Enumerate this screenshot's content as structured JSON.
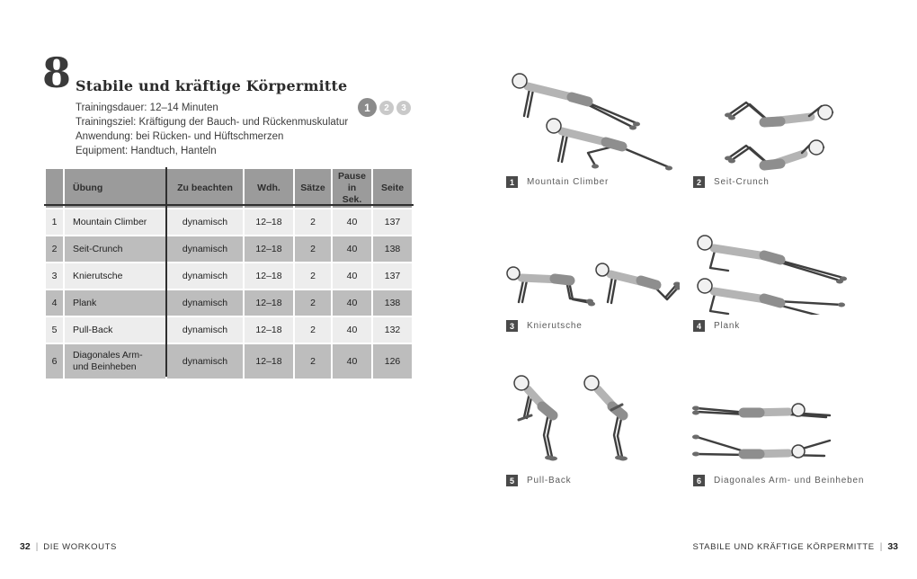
{
  "page": {
    "chapter_number": "8",
    "title": "Stabile und kräftige Körpermitte",
    "meta": [
      "Trainingsdauer: 12–14 Minuten",
      "Trainingsziel: Kräftigung der Bauch- und Rückenmuskulatur",
      "Anwendung: bei Rücken- und Hüftschmerzen",
      "Equipment: Handtuch, Hanteln"
    ],
    "level_indicator": {
      "active": "1",
      "levels": [
        "1",
        "2",
        "3"
      ]
    }
  },
  "table": {
    "headers": [
      "",
      "Übung",
      "Zu beachten",
      "Wdh.",
      "Sätze",
      "Pause in Sek.",
      "Seite"
    ],
    "rows": [
      {
        "nr": "1",
        "uebung": "Mountain Climber",
        "zu_beachten": "dynamisch",
        "wdh": "12–18",
        "saetze": "2",
        "pause": "40",
        "seite": "137"
      },
      {
        "nr": "2",
        "uebung": "Seit-Crunch",
        "zu_beachten": "dynamisch",
        "wdh": "12–18",
        "saetze": "2",
        "pause": "40",
        "seite": "138"
      },
      {
        "nr": "3",
        "uebung": "Knierutsche",
        "zu_beachten": "dynamisch",
        "wdh": "12–18",
        "saetze": "2",
        "pause": "40",
        "seite": "137"
      },
      {
        "nr": "4",
        "uebung": "Plank",
        "zu_beachten": "dynamisch",
        "wdh": "12–18",
        "saetze": "2",
        "pause": "40",
        "seite": "138"
      },
      {
        "nr": "5",
        "uebung": "Pull-Back",
        "zu_beachten": "dynamisch",
        "wdh": "12–18",
        "saetze": "2",
        "pause": "40",
        "seite": "132"
      },
      {
        "nr": "6",
        "uebung": "Diagonales Arm- und Beinheben",
        "zu_beachten": "dynamisch",
        "wdh": "12–18",
        "saetze": "2",
        "pause": "40",
        "seite": "126"
      }
    ]
  },
  "illustrations": [
    {
      "number": "1",
      "caption": "Mountain Climber"
    },
    {
      "number": "2",
      "caption": "Seit-Crunch"
    },
    {
      "number": "3",
      "caption": "Knierutsche"
    },
    {
      "number": "4",
      "caption": "Plank"
    },
    {
      "number": "5",
      "caption": "Pull-Back"
    },
    {
      "number": "6",
      "caption": "Diagonales Arm- und Beinheben"
    }
  ],
  "footer": {
    "left_page_number": "32",
    "left_label": "DIE WORKOUTS",
    "right_label": "STABILE UND KRÄFTIGE KÖRPERMITTE",
    "right_page_number": "33",
    "divider": "|"
  },
  "colors": {
    "table_header_bg": "#9b9b9b",
    "row_light_bg": "#ededed",
    "row_dark_bg": "#bdbdbd",
    "rule_dark": "#2f2f2f",
    "badge_bg": "#4a4a4a",
    "level_active_bg": "#8b8b8b",
    "level_inactive_bg": "#c9c9c9"
  }
}
